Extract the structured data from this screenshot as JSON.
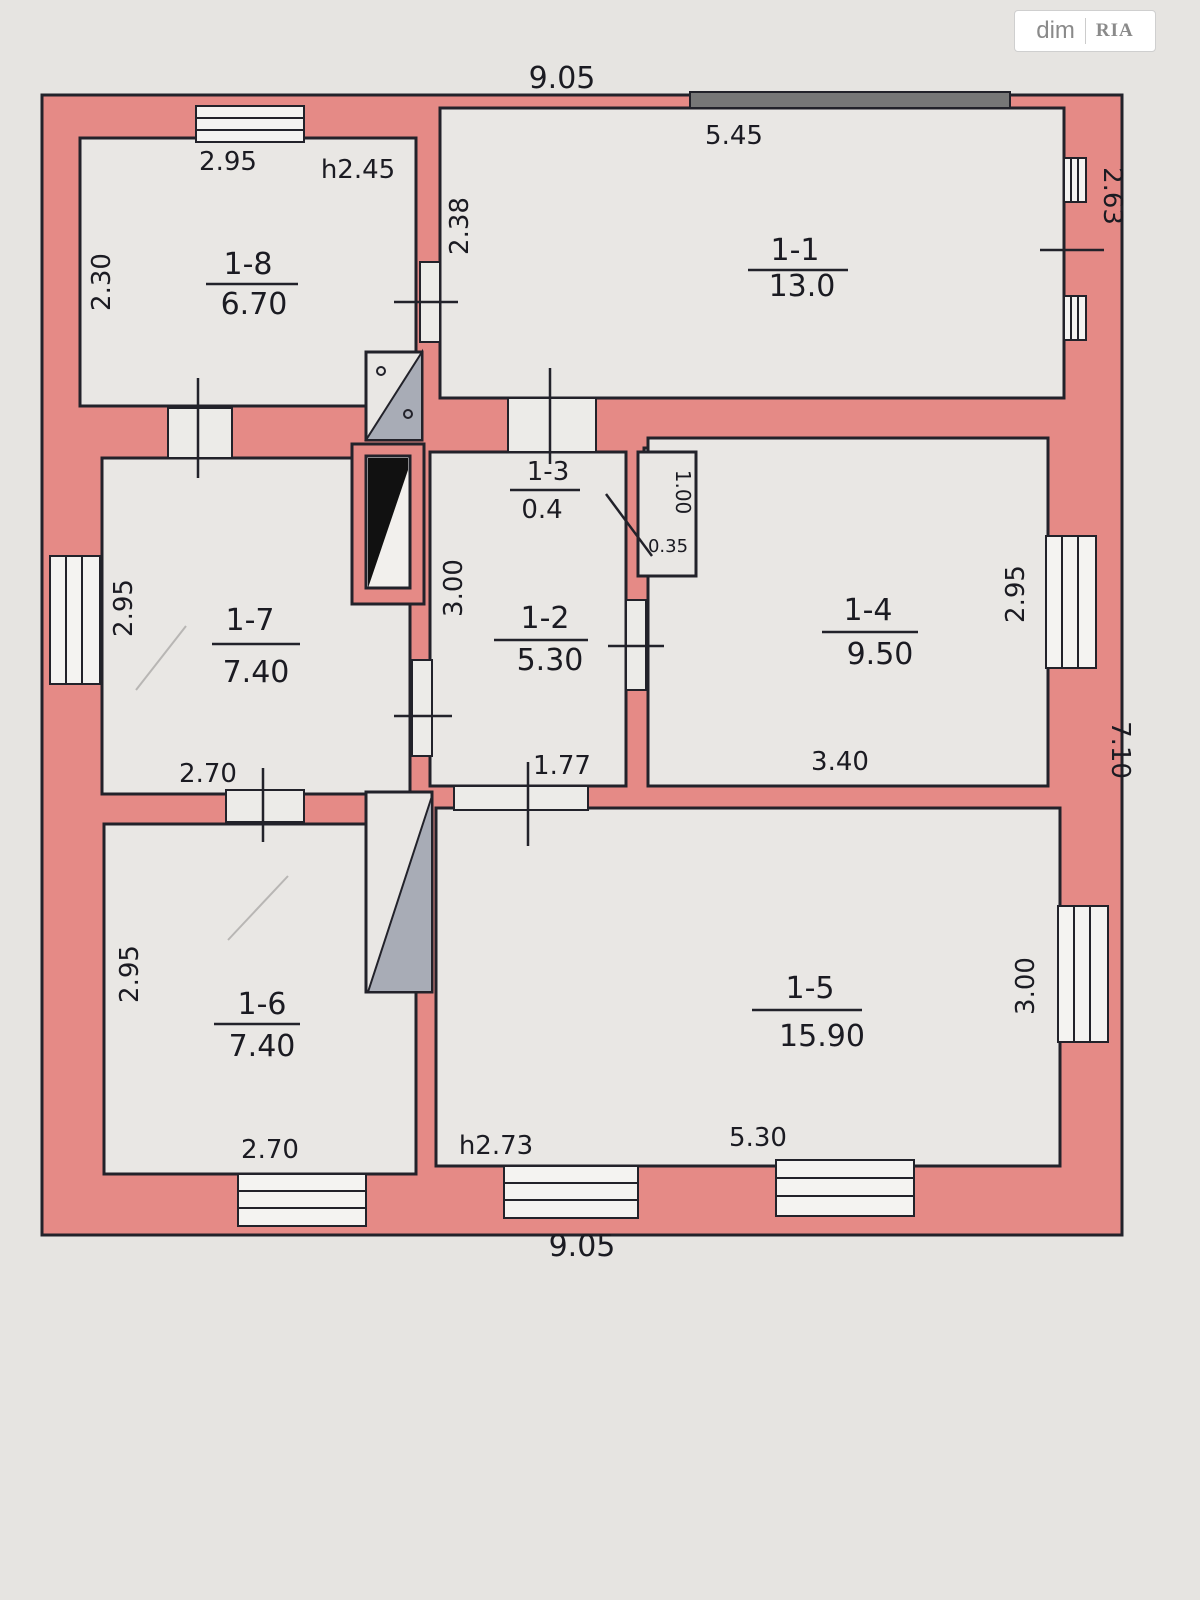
{
  "brand": {
    "name": "dim",
    "logo_text": "RIA"
  },
  "plan": {
    "rooms": [
      {
        "id": "1-1",
        "area": "13.0"
      },
      {
        "id": "1-2",
        "area": "5.30"
      },
      {
        "id": "1-3",
        "area": "0.4"
      },
      {
        "id": "1-4",
        "area": "9.50"
      },
      {
        "id": "1-5",
        "area": "15.90"
      },
      {
        "id": "1-6",
        "area": "7.40"
      },
      {
        "id": "1-7",
        "area": "7.40"
      },
      {
        "id": "1-8",
        "area": "6.70"
      }
    ],
    "dimensions": {
      "top_total": "9.05",
      "bottom_total": "9.05",
      "right_total": "7.10",
      "r18_width": "2.95",
      "r18_height": "2.30",
      "r18_ceiling": "h2.45",
      "r11_width": "5.45",
      "r11_height": "2.63",
      "r11_left": "2.38",
      "r17_height": "2.95",
      "r17_width": "2.70",
      "r12_height": "3.00",
      "r12_width": "1.77",
      "r13_height": "1.00",
      "r13_width": "0.35",
      "r14_height": "2.95",
      "r14_width": "3.40",
      "r16_height": "2.95",
      "r16_width": "2.70",
      "r15_height": "3.00",
      "r15_width": "5.30",
      "r15_ceiling": "h2.73"
    }
  },
  "colors": {
    "wall": "#e58a86",
    "room": "#e9e7e4",
    "line": "#22222a",
    "stair": "#a8acb6"
  }
}
